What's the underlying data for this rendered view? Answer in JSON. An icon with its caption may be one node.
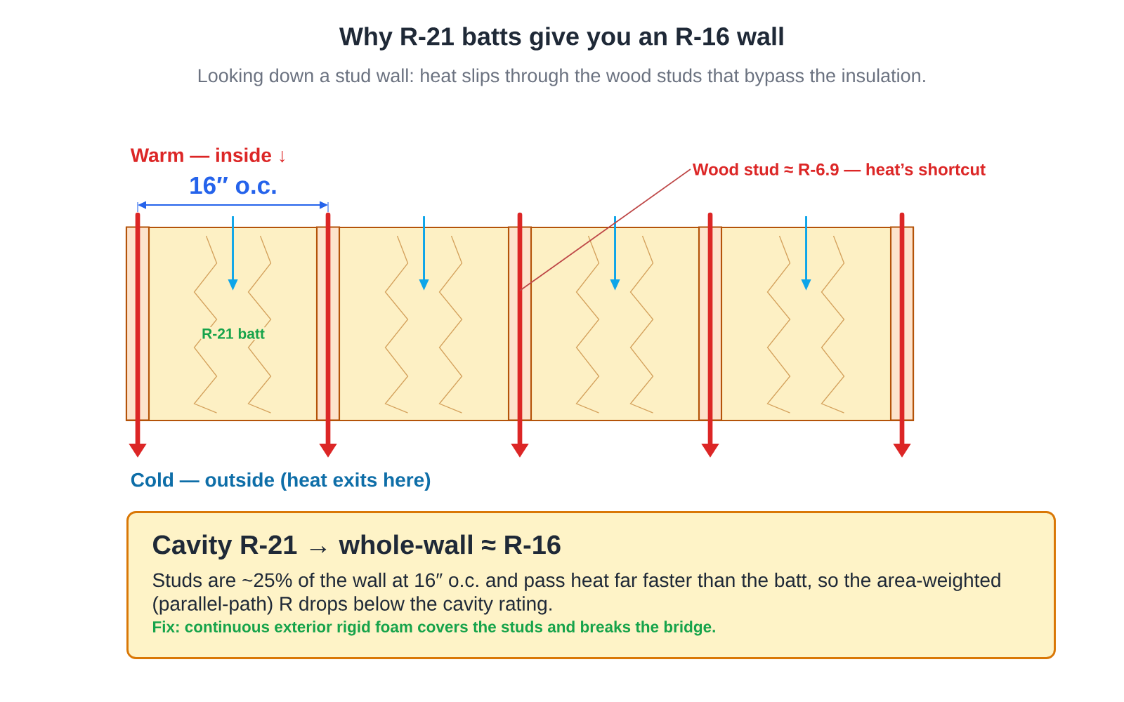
{
  "diagram": {
    "title": "Why R-21 batts give you an R-16 wall",
    "caption": "Looking down a stud wall: heat slips through the wood studs that bypass the insulation.",
    "nodes": [
      {
        "text": [
          "Wood stud ≈ R-6.9 — heat’s shortcut"
        ]
      },
      {
        "text": [],
        "shape": "bar"
      },
      {
        "text": [],
        "shape": "bar"
      },
      {
        "text": [],
        "shape": "bar"
      },
      {
        "text": [],
        "shape": "bar"
      },
      {
        "text": [],
        "shape": "bar"
      },
      {
        "text": [
          "Cavity R-21 → whole-wall ≈ R-16",
          "Studs are ~25% of the wall at 16″ o.c. and pass heat far faster than the batt, so the area-weighted (parallel-path) R drops below the cavity rating.",
          "Fix: continuous exterior rigid foam covers the studs and breaks the bridge."
        ]
      }
    ],
    "edges": [
      {
        "from": 0,
        "to": 3,
        "arrow": "none",
        "color": "#dc2626"
      }
    ],
    "labels": [
      "Warm — inside ↓",
      "16″ o.c.",
      "R-21 batt",
      "Cold — outside (heat exits here)"
    ]
  }
}
